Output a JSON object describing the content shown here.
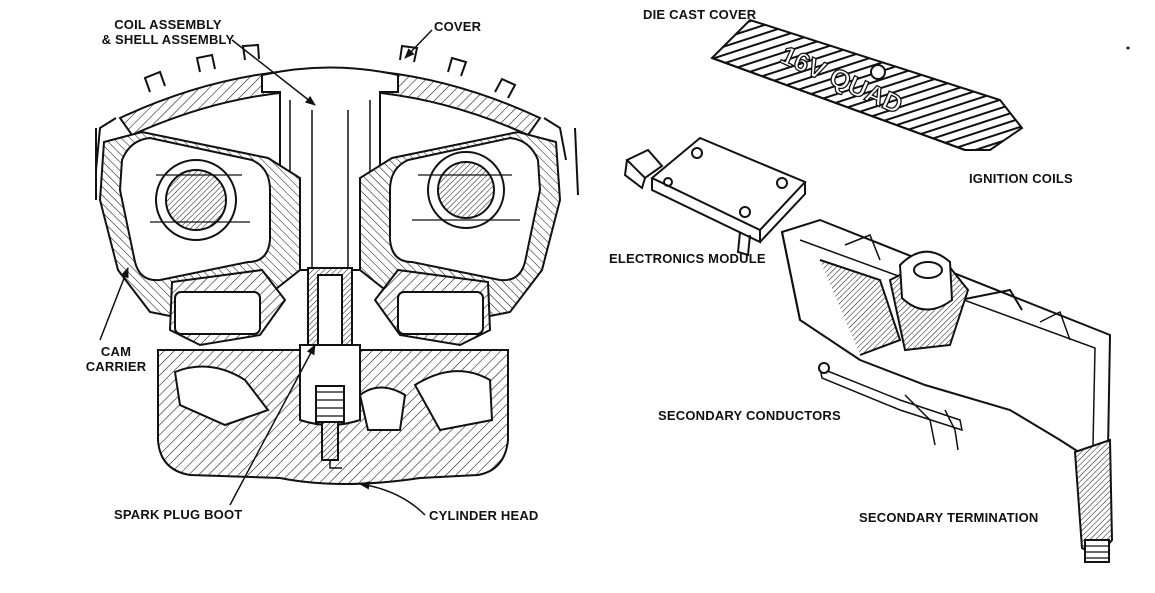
{
  "labels": {
    "coil_assembly_line1": "COIL ASSEMBLY",
    "coil_assembly_line2": "& SHELL ASSEMBLY",
    "cover": "COVER",
    "cam_carrier_line1": "CAM",
    "cam_carrier_line2": "CARRIER",
    "spark_plug_boot": "SPARK PLUG BOOT",
    "cylinder_head": "CYLINDER HEAD",
    "die_cast_cover": "DIE CAST COVER",
    "ignition_coils": "IGNITION COILS",
    "electronics_module": "ELECTRONICS MODULE",
    "secondary_conductors": "SECONDARY CONDUCTORS",
    "secondary_termination": "SECONDARY TERMINATION"
  },
  "cover_lettering": "16V QUAD",
  "colors": {
    "ink": "#111111",
    "paper": "#ffffff"
  }
}
